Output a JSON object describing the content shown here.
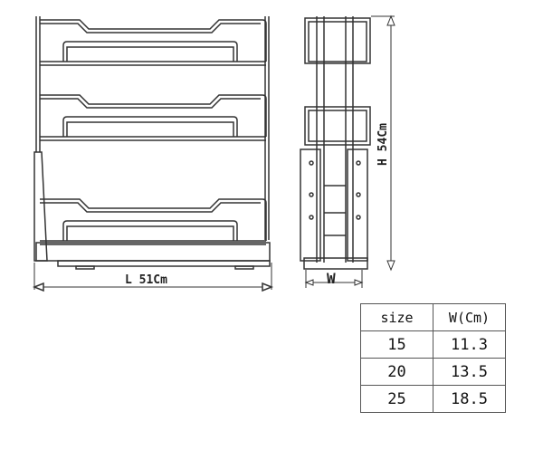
{
  "drawing": {
    "length_label": "L 51Cm",
    "height_label": "H 54Cm",
    "width_label": "W"
  },
  "size_table": {
    "headers": [
      "size",
      "W(Cm)"
    ],
    "rows": [
      [
        "15",
        "11.3"
      ],
      [
        "20",
        "13.5"
      ],
      [
        "25",
        "18.5"
      ]
    ]
  }
}
